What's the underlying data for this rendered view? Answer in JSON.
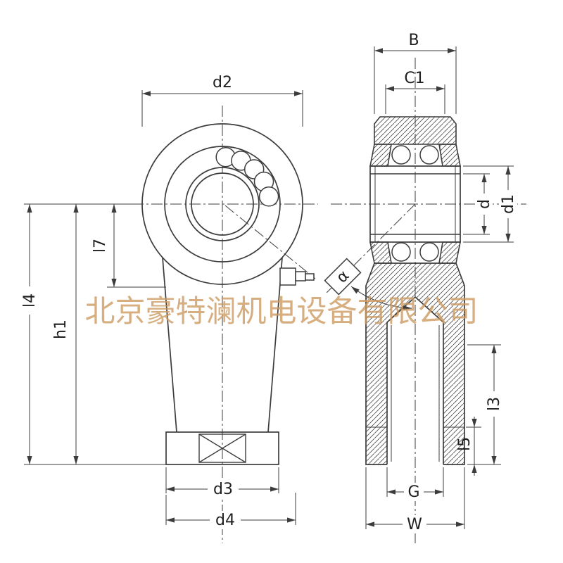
{
  "drawing": {
    "watermark": "北京豪特澜机电设备有限公司",
    "labels": {
      "d2": "d2",
      "l7": "l7",
      "l4": "l4",
      "h1": "h1",
      "d3": "d3",
      "d4": "d4",
      "B": "B",
      "C1": "C1",
      "d": "d",
      "d1": "d1",
      "alpha": "α",
      "l3": "l3",
      "l5": "l5",
      "G": "G",
      "W": "W"
    },
    "colors": {
      "line": "#3c3c3c",
      "watermark": "#cd9a60",
      "background": "#ffffff"
    }
  }
}
